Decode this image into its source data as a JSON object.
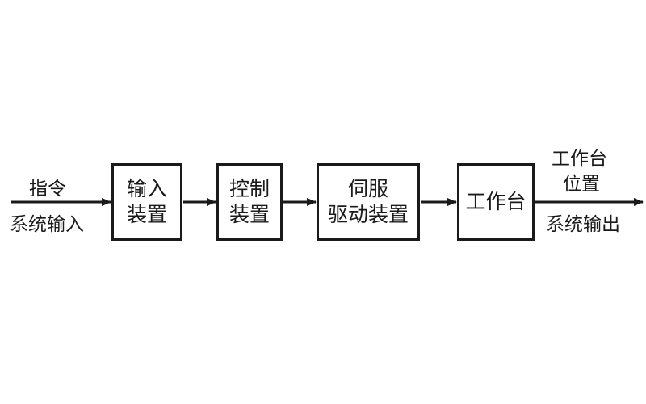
{
  "diagram": {
    "input_label_top": "指令",
    "input_label_bottom": "系统输入",
    "blocks": [
      {
        "line1": "输入",
        "line2": "装置"
      },
      {
        "line1": "控制",
        "line2": "装置"
      },
      {
        "line1": "伺服",
        "line2": "驱动装置"
      },
      {
        "line1": "工作台",
        "line2": ""
      }
    ],
    "output_label_top_line1": "工作台",
    "output_label_top_line2": "位置",
    "output_label_bottom": "系统输出",
    "colors": {
      "line": "#1a1a1a",
      "background": "#ffffff"
    }
  }
}
